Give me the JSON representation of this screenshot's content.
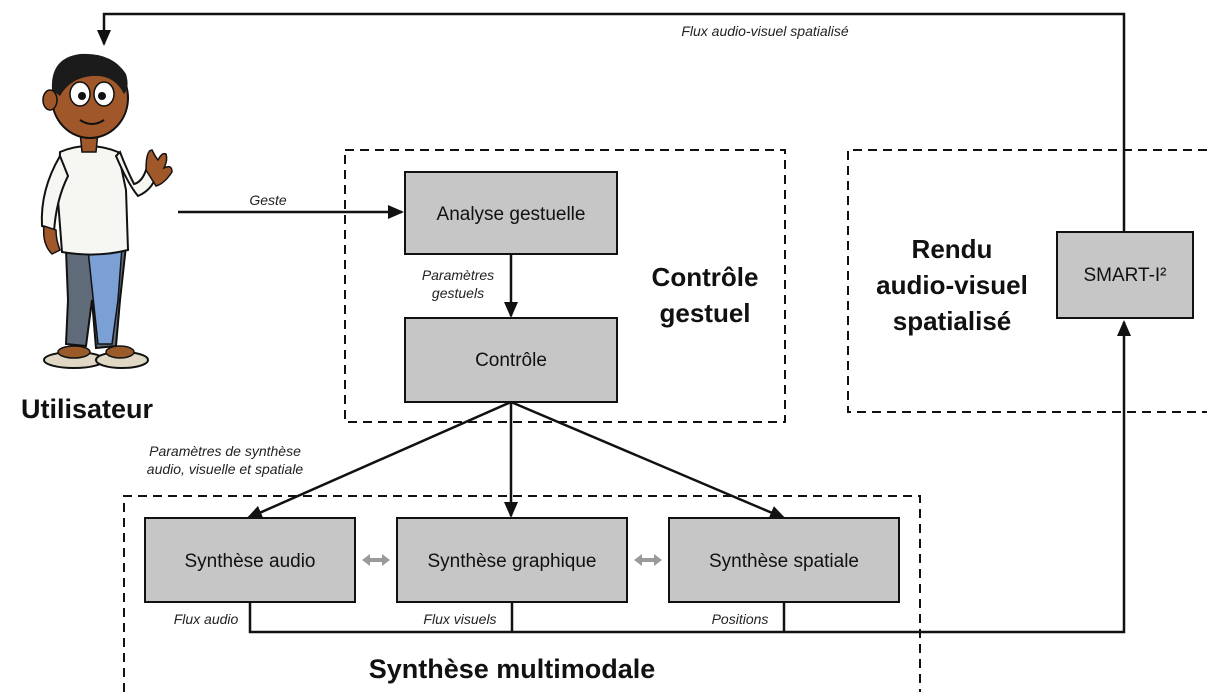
{
  "user": {
    "label": "Utilisateur"
  },
  "top_feedback": {
    "label": "Flux audio-visuel spatialisé"
  },
  "gesture_arrow": {
    "label": "Geste"
  },
  "gesture_control": {
    "title_line1": "Contrôle",
    "title_line2": "gestuel",
    "analysis_box": "Analyse gestuelle",
    "params_label_line1": "Paramètres",
    "params_label_line2": "gestuels",
    "control_box": "Contrôle"
  },
  "synthesis_params": {
    "line1": "Paramètres de synthèse",
    "line2": "audio, visuelle et spatiale"
  },
  "render": {
    "title_line1": "Rendu",
    "title_line2": "audio-visuel",
    "title_line3": "spatialisé",
    "box": "SMART-I²"
  },
  "multimodal": {
    "title": "Synthèse multimodale",
    "audio_box": "Synthèse audio",
    "graphic_box": "Synthèse graphique",
    "spatial_box": "Synthèse spatiale",
    "audio_flow": "Flux audio",
    "visual_flow": "Flux visuels",
    "positions_flow": "Positions"
  },
  "colors": {
    "box_fill": "#c6c6c6",
    "stroke": "#111111",
    "grey_arrow": "#9a9a9a"
  }
}
